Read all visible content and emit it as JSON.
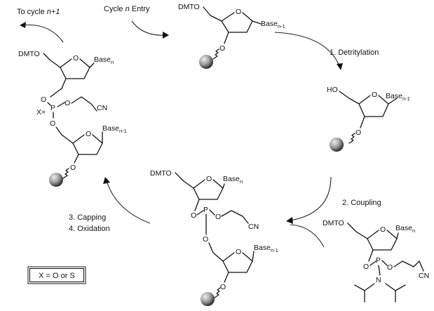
{
  "steps": {
    "to_cycle_prefix": "To cycle ",
    "to_cycle_n": "n+1",
    "entry_prefix": "Cycle ",
    "entry_n": "n",
    "entry_suffix": " Entry",
    "detritylation": "1. Detritylation",
    "coupling": "2. Coupling",
    "capping": "3. Capping",
    "oxidation": "4. Oxidation"
  },
  "legend": {
    "text": "X = O or S"
  },
  "atoms": {
    "dmto": "DMTO",
    "ho": "HO",
    "o": "O",
    "p": "P",
    "n": "N",
    "cn": "CN",
    "x_eq": "X=",
    "base": "Base",
    "sub_n": "n",
    "sub_n_minus_1": "n-1"
  },
  "colors": {
    "bead_light": "#eeeeee",
    "bead_dark": "#2a2a2a",
    "ink": "#111111"
  }
}
